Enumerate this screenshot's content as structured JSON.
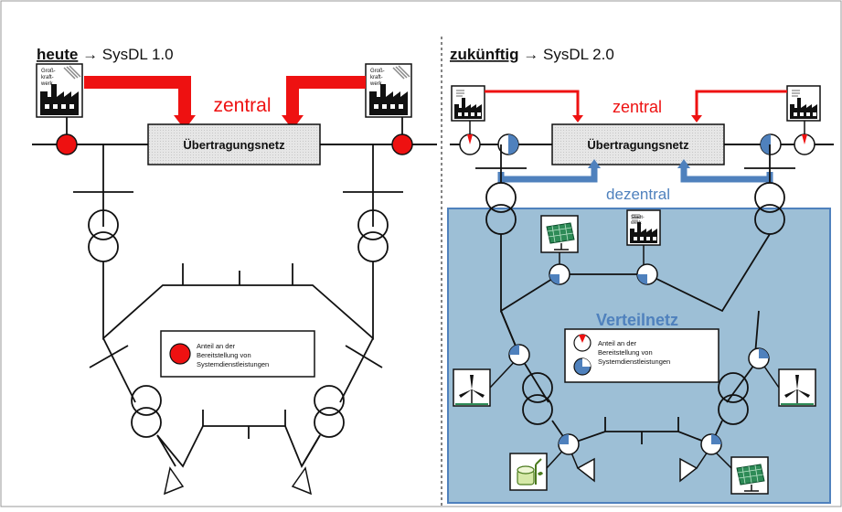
{
  "left_panel": {
    "title_strong": "heute",
    "title_rest": " → SysDL 1.0",
    "plant_label_lines": [
      "Groß-",
      "kraft-",
      "werk"
    ],
    "zentral_label": "zentral",
    "transmission_label": "Übertragungsnetz",
    "legend_lines": [
      "Anteil an der",
      "Bereitstellung von",
      "Systemdienstleistungen"
    ]
  },
  "right_panel": {
    "title_strong": "zukünftig",
    "title_rest": " → SysDL 2.0",
    "zentral_label": "zentral",
    "dezentral_label": "dezentral",
    "transmission_label": "Übertragungsnetz",
    "distribution_label": "Verteilnetz",
    "stadtwerk_label_lines": [
      "Stadt-",
      "werk"
    ],
    "legend_lines": [
      "Anteil an der",
      "Bereitstellung von",
      "Systemdienstleistungen"
    ]
  },
  "colors": {
    "central_red": "#ee1111",
    "decentral_blue": "#4f81bd",
    "distribution_bg": "#9dbfd6",
    "transmission_fill": "#dcdcdc",
    "line": "#111111"
  }
}
